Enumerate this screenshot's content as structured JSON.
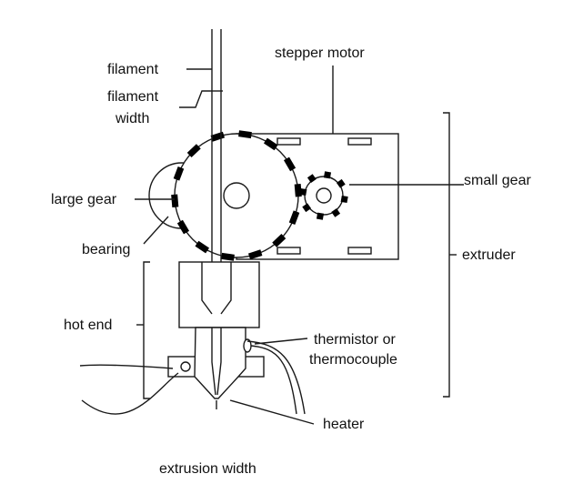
{
  "labels": {
    "filament": "filament",
    "filament_width_1": "filament",
    "filament_width_2": "width",
    "stepper_motor": "stepper motor",
    "small_gear": "small gear",
    "large_gear": "large gear",
    "bearing": "bearing",
    "extruder": "extruder",
    "hot_end": "hot end",
    "thermistor_1": "thermistor or",
    "thermistor_2": "thermocouple",
    "heater": "heater",
    "extrusion_width": "extrusion width"
  },
  "colors": {
    "stroke": "#1a1a1a",
    "teeth": "#000000",
    "background": "#ffffff"
  }
}
